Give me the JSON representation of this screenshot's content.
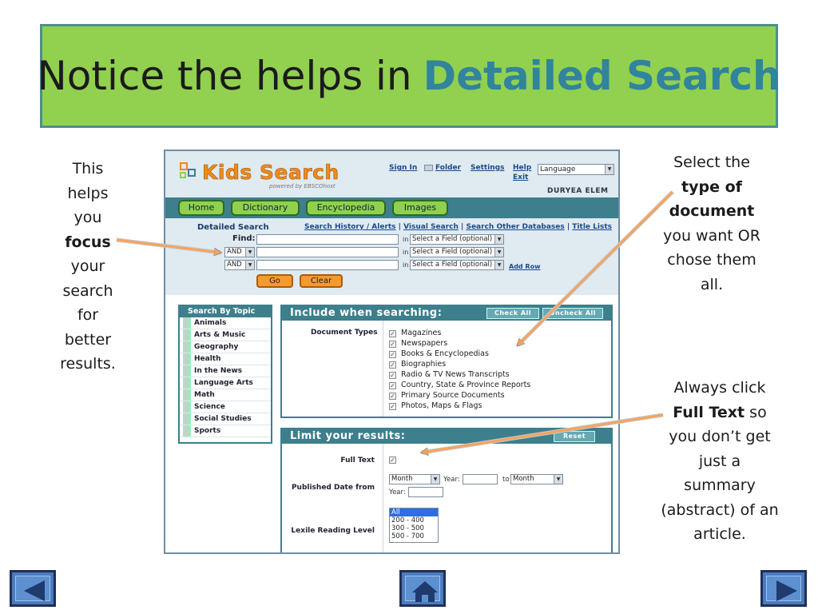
{
  "slide": {
    "title_prefix": "Notice the helps in",
    "title_highlight": "Detailed Search",
    "note_left": [
      "This",
      "helps",
      "you",
      "focus",
      "your",
      "search",
      "for",
      "better",
      "results."
    ],
    "note_top_right": [
      "Select the",
      "type of",
      "document",
      "you want OR",
      "chose them",
      "all."
    ],
    "note_bottom_right": [
      "Always click",
      "Full Text",
      " so",
      "you don’t get",
      "just a",
      "summary",
      "(abstract) of an",
      "article."
    ]
  },
  "app": {
    "logo": "Kids Search",
    "powered_by": "powered by EBSCOhost",
    "links": [
      "Sign In",
      "Folder",
      "Settings",
      "Help",
      "Exit"
    ],
    "language": "Language",
    "user": "DURYEA ELEM",
    "nav": [
      "Home",
      "Dictionary",
      "Encyclopedia",
      "Images"
    ],
    "search": {
      "title": "Detailed Search",
      "links": [
        "Search History / Alerts",
        "Visual Search",
        "Search Other Databases",
        "Title Lists"
      ],
      "find_label": "Find:",
      "bool_ops": [
        "AND",
        "AND",
        "AND"
      ],
      "in_label": "in",
      "field_placeholder": "Select a Field (optional)",
      "add_row": "Add Row",
      "go": "Go",
      "clear": "Clear"
    },
    "topics": {
      "header": "Search By Topic",
      "items": [
        "Animals",
        "Arts & Music",
        "Geography",
        "Health",
        "In the News",
        "Language Arts",
        "Math",
        "Science",
        "Social Studies",
        "Sports"
      ]
    },
    "include": {
      "header": "Include when searching:",
      "check_all": "Check All",
      "uncheck_all": "Uncheck All",
      "doc_types_label": "Document Types",
      "doc_types": [
        "Magazines",
        "Newspapers",
        "Books & Encyclopedias",
        "Biographies",
        "Radio & TV News Transcripts",
        "Country, State & Province Reports",
        "Primary Source Documents",
        "Photos, Maps & Flags"
      ]
    },
    "limit": {
      "header": "Limit your results:",
      "reset": "Reset",
      "full_text_label": "Full Text",
      "published_label": "Published Date from",
      "month": "Month",
      "year_label": "Year:",
      "to_label": "to",
      "lexile_label": "Lexile Reading Level",
      "lexile_options": [
        "All",
        "200 - 400",
        "300 - 500",
        "500 - 700"
      ]
    }
  },
  "colors": {
    "title_bg": "#92d050",
    "title_accent": "#31849b",
    "arrow": "#f4a460",
    "app_teal": "#3d7f8c"
  }
}
